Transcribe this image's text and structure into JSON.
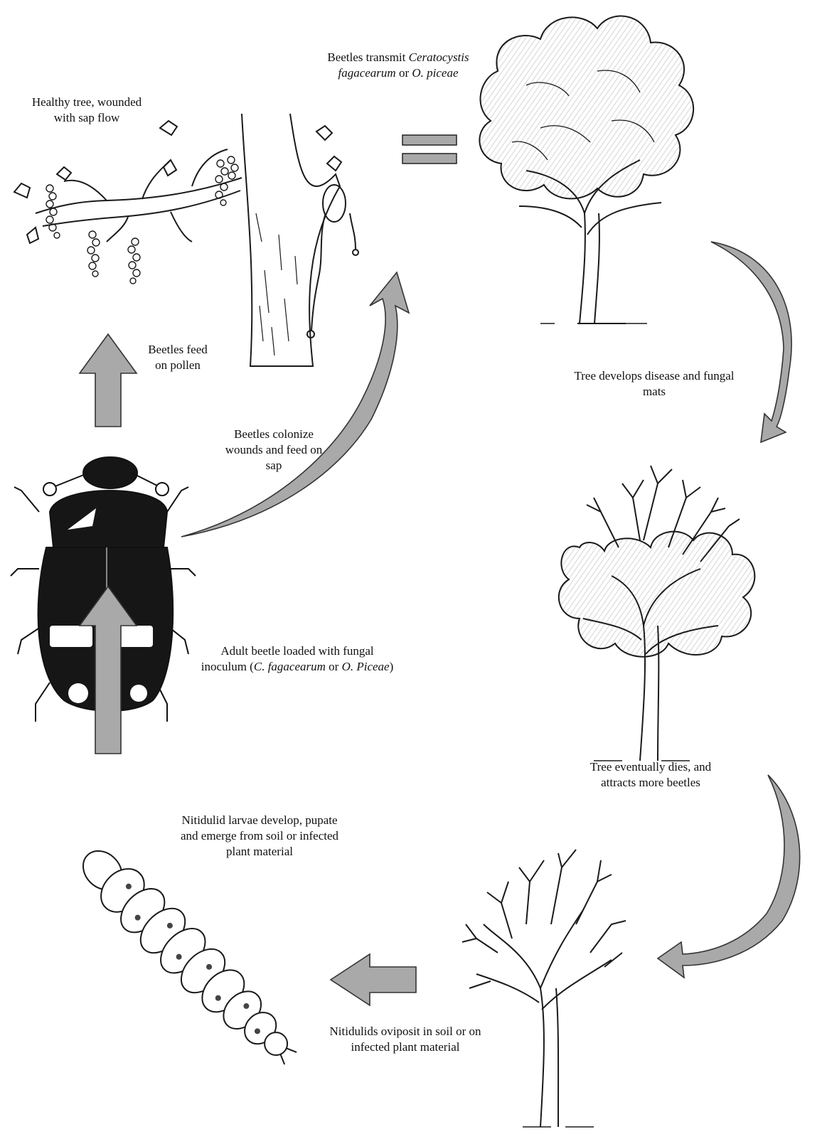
{
  "labels": {
    "healthy_tree": [
      "Healthy tree, wounded",
      "with sap flow"
    ],
    "transmit_prefix": "Beetles transmit ",
    "transmit_species1": "Ceratocystis",
    "transmit_species1_cont": "fagacearum",
    "transmit_or": " or ",
    "transmit_species2": "O. piceae",
    "feed_pollen": [
      "Beetles feed",
      "on pollen"
    ],
    "colonize": [
      "Beetles colonize",
      "wounds and feed on",
      "sap"
    ],
    "develops": [
      "Tree develops disease and fungal",
      "mats"
    ],
    "adult_line1": "Adult beetle loaded with fungal",
    "adult_line2_prefix": "inoculum (",
    "adult_species1": "C. fagacearum",
    "adult_or": " or ",
    "adult_species2": "O. Piceae",
    "adult_line2_suffix": ")",
    "dies": [
      "Tree eventually dies, and",
      "attracts more beetles"
    ],
    "larvae": [
      "Nitidulid larvae develop, pupate",
      "and emerge from soil or infected",
      "plant material"
    ],
    "oviposit": [
      "Nitidulids oviposit in soil or on",
      "infected plant material"
    ]
  },
  "colors": {
    "arrow_fill": "#a9a9a9",
    "arrow_stroke": "#333333",
    "ink": "#1a1a1a",
    "beetle_body": "#161616"
  },
  "icons": [
    "healthy-tree-branch-icon",
    "equals-sign-icon",
    "full-tree-icon",
    "diseased-tree-icon",
    "dead-tree-icon",
    "adult-beetle-icon",
    "larva-icon"
  ]
}
